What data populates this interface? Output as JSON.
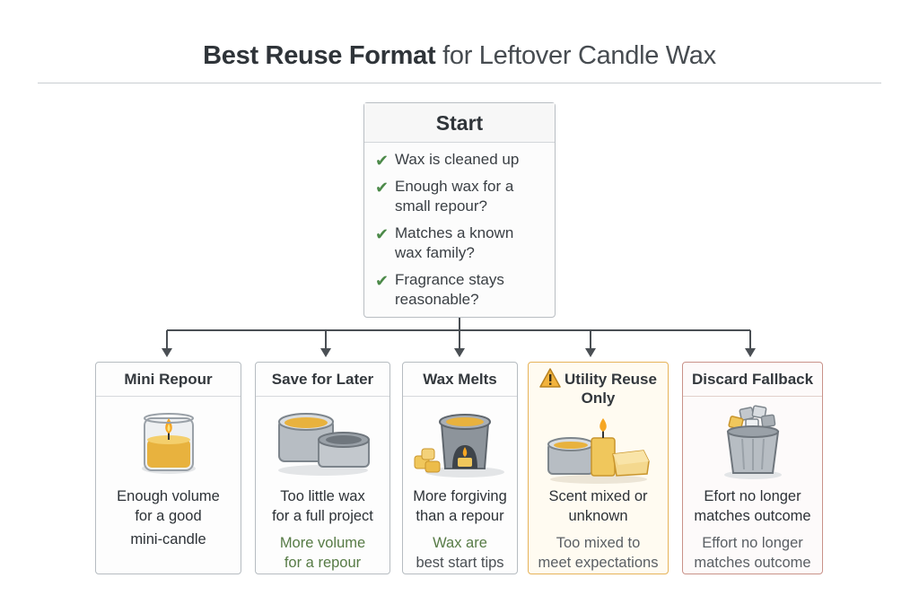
{
  "title": {
    "bold": "Best Reuse Format",
    "rest": "for Leftover Candle Wax"
  },
  "start": {
    "heading": "Start",
    "checks": [
      {
        "line1": "Wax is cleaned up",
        "line2": ""
      },
      {
        "line1": "Enough wax for a",
        "line2": "small repour?"
      },
      {
        "line1": "Matches a known",
        "line2": "wax family?"
      },
      {
        "line1": "Fragrance stays",
        "line2": "reasonable?"
      }
    ]
  },
  "options": [
    {
      "heading": "Mini Repour",
      "icon": "glass-candle-icon",
      "desc1": "Enough volume",
      "desc2": "for a good",
      "desc3": "mini-candle"
    },
    {
      "heading": "Save for Later",
      "icon": "tins-icon",
      "desc1": "Too little wax",
      "desc2": "for a full project",
      "sub1": "More volume",
      "sub2": "for a repour"
    },
    {
      "heading": "Wax Melts",
      "icon": "wax-warmer-icon",
      "desc1": "More forgiving",
      "desc2": "than a repour",
      "sub1": "Wax are",
      "sub2": "best start tips"
    },
    {
      "heading1": "Utility Reuse",
      "heading2": "Only",
      "icon": "tin-and-candle-icon",
      "desc1": "Scent mixed or",
      "desc2": "unknown",
      "sub1": "Too mixed to",
      "sub2": "meet expectations"
    },
    {
      "heading": "Discard Fallback",
      "icon": "bucket-scraps-icon",
      "desc1": "Efort no longer",
      "desc2": "matches outcome",
      "sub1": "Effort no longer",
      "sub2": "matches outcome"
    }
  ],
  "colors": {
    "check": "#4c8a49",
    "utility_border": "#e6b35a",
    "discard_border": "#c99289",
    "wax": "#e8b23e"
  }
}
